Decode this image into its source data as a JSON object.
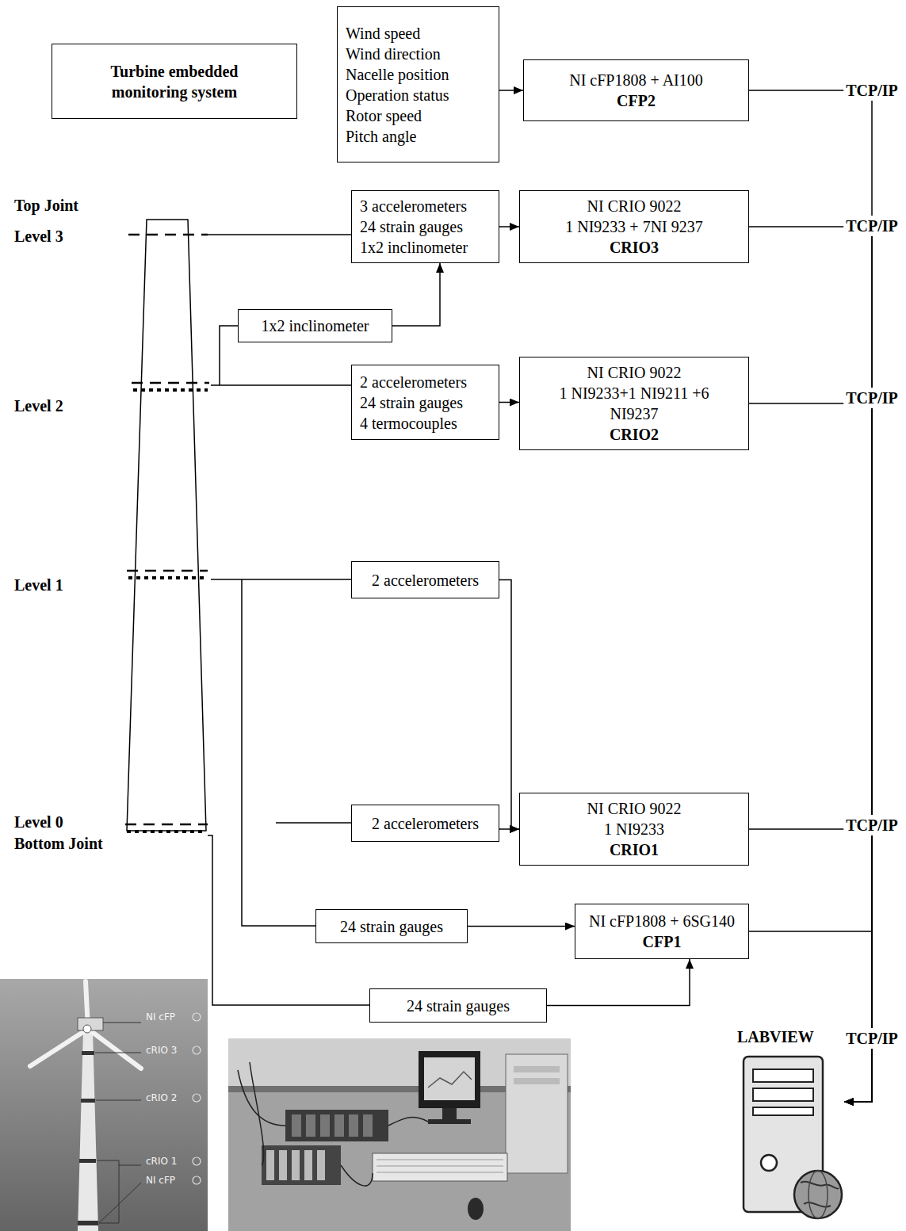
{
  "diagram": {
    "nodes": [
      {
        "text": [
          "Turbine embedded monitoring system"
        ]
      },
      {
        "text": [
          "Wind speed",
          "Wind direction",
          "Nacelle position",
          "Operation status",
          "Rotor speed",
          "Pitch angle"
        ]
      },
      {
        "text": [
          "NI cFP1808 + AI100",
          "CFP2"
        ]
      },
      {
        "text": [
          "3 accelerometers",
          "24 strain gauges",
          "1x2 inclinometer"
        ]
      },
      {
        "text": [
          "NI CRIO 9022",
          "1 NI9233 + 7NI 9237",
          "CRIO3"
        ]
      },
      {
        "text": [
          "1x2 inclinometer"
        ]
      },
      {
        "text": [
          "2 accelerometers",
          "24 strain gauges",
          "4 termocouples"
        ]
      },
      {
        "text": [
          "NI CRIO 9022",
          "1 NI9233+1 NI9211 +6 NI9237",
          "CRIO2"
        ]
      },
      {
        "text": [
          "2 accelerometers"
        ]
      },
      {
        "text": [
          "2 accelerometers"
        ]
      },
      {
        "text": [
          "NI CRIO 9022",
          "1 NI9233",
          "CRIO1"
        ]
      },
      {
        "text": [
          "24 strain gauges"
        ]
      },
      {
        "text": [
          "NI cFP1808 + 6SG140",
          "CFP1"
        ]
      },
      {
        "text": [
          "24 strain gauges"
        ]
      },
      {
        "text": [
          "LABVIEW"
        ]
      }
    ],
    "edges": [
      {
        "from": 1,
        "to": 2,
        "arrow": "to"
      },
      {
        "from": 3,
        "to": 4,
        "arrow": "to"
      },
      {
        "from": 5,
        "to": 3,
        "arrow": "to"
      },
      {
        "from": 6,
        "to": 7,
        "arrow": "to"
      },
      {
        "from": 8,
        "to": 10,
        "arrow": "to"
      },
      {
        "from": 9,
        "to": 10,
        "arrow": "to"
      },
      {
        "from": 11,
        "to": 12,
        "arrow": "to"
      },
      {
        "from": 13,
        "to": 12,
        "arrow": "to"
      },
      {
        "from": 2,
        "to": 14,
        "arrow": "to"
      },
      {
        "from": 4,
        "to": 14,
        "arrow": "to"
      },
      {
        "from": 7,
        "to": 14,
        "arrow": "to"
      },
      {
        "from": 10,
        "to": 14,
        "arrow": "to"
      },
      {
        "from": 12,
        "to": 14,
        "arrow": "to"
      }
    ],
    "labels": [
      "Top Joint",
      "Level 3",
      "Level 2",
      "Level 1",
      "Level 0",
      "Bottom Joint",
      "TCP/IP",
      "TCP/IP",
      "TCP/IP",
      "TCP/IP",
      "TCP/IP",
      "NI cFP",
      "cRIO 3",
      "cRIO 2",
      "cRIO 1",
      "NI cFP"
    ]
  }
}
